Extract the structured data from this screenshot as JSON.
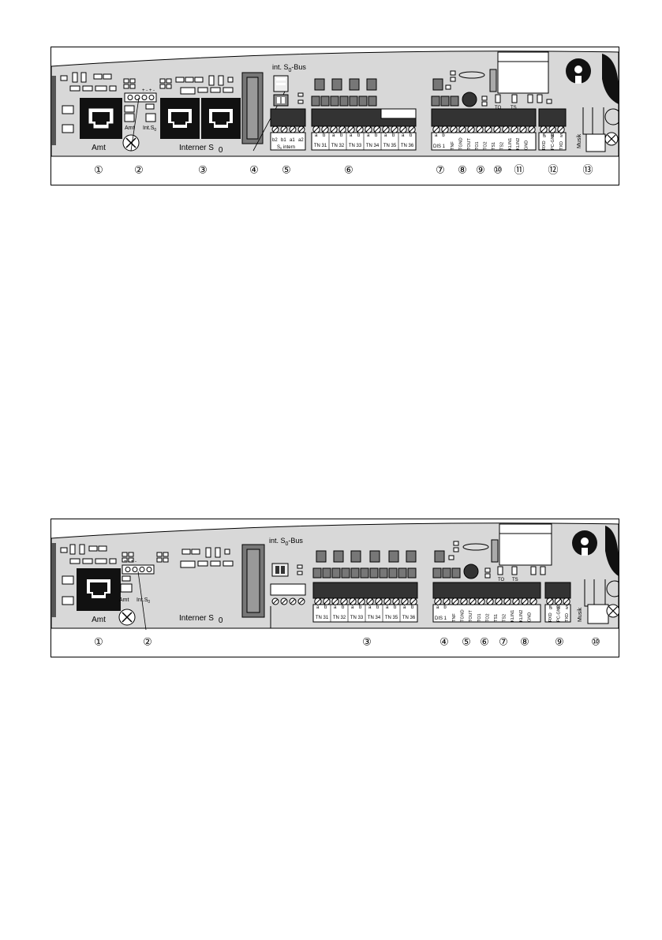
{
  "top_panel": {
    "labels": {
      "amt": "Amt",
      "interner_s0": "Interner S",
      "s0_sub": "0",
      "int_s0_bus": "int. S",
      "bus_sub": "0",
      "bus_suffix": "-Bus",
      "sw_amt": "Amt",
      "sw_int": "Int.S",
      "sw_int_sub": "0",
      "s0_intern": "S",
      "s0_intern_sub": "0",
      "s0_intern_suffix": " intern",
      "dis1": "DIS 1",
      "musik": "Musik",
      "to": "TO",
      "ts": "TS",
      "pm": "+ - + -"
    },
    "s0_terminals": [
      "b2",
      "b1",
      "a1",
      "a2"
    ],
    "tn_groups": [
      "TN 31",
      "TN 32",
      "TN 33",
      "TN 34",
      "TN 35",
      "TN 36"
    ],
    "ab": [
      "a",
      "b"
    ],
    "right_terminals": [
      "TNF",
      "TGND",
      "TOUT",
      "TO1",
      "TO2",
      "TS1",
      "TS2",
      "KLIN1",
      "KLIN2",
      "GND"
    ],
    "rs232": [
      "RXD",
      "PC-GND",
      "TXD"
    ],
    "rs232_colors": [
      "gn",
      "br",
      "ws"
    ],
    "callouts": [
      "①",
      "②",
      "③",
      "④",
      "⑤",
      "⑥",
      "⑦",
      "⑧",
      "⑨",
      "⑩",
      "⑪",
      "⑫",
      "⑬"
    ]
  },
  "bottom_panel": {
    "labels": {
      "amt": "Amt",
      "interner_s0": "Interner S",
      "s0_sub": "0",
      "int_s0_bus": "int. S",
      "bus_sub": "0",
      "bus_suffix": "-Bus",
      "sw_amt": "Amt",
      "sw_int": "Int.S",
      "sw_int_sub": "0",
      "dis1": "DIS 1",
      "musik": "Musik",
      "to": "TO",
      "ts": "TS",
      "pm": "+ - + -"
    },
    "tn_groups": [
      "TN 31",
      "TN 32",
      "TN 33",
      "TN 34",
      "TN 35",
      "TN 36"
    ],
    "ab": [
      "a",
      "b"
    ],
    "right_terminals": [
      "TNF",
      "TGND",
      "TOUT",
      "TO1",
      "TO2",
      "TS1",
      "TS2",
      "KLIN1",
      "KLIN2",
      "GND"
    ],
    "rs232": [
      "RXD",
      "PC-GND",
      "TXD"
    ],
    "rs232_colors": [
      "gn",
      "br",
      "ws"
    ],
    "callouts": [
      "①",
      "②",
      "③",
      "④",
      "⑤",
      "⑥",
      "⑦",
      "⑧",
      "⑨",
      "⑩"
    ]
  }
}
